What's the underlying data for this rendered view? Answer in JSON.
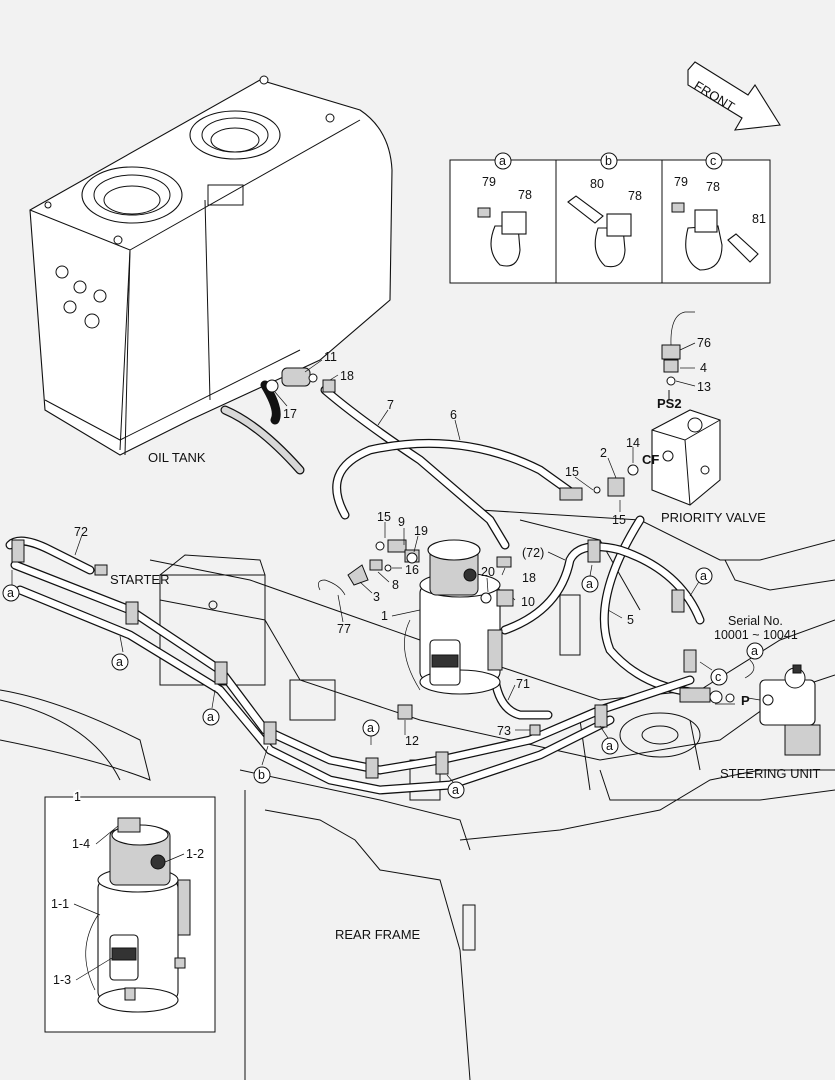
{
  "labels": {
    "direction": "FRONT",
    "oil_tank": "OIL TANK",
    "starter": "STARTER",
    "priority_valve": "PRIORITY VALVE",
    "steering_unit": "STEERING UNIT",
    "rear_frame": "REAR FRAME",
    "serial_title": "Serial No.",
    "serial_range": "10001 ~ 10041",
    "port_ps2": "PS2",
    "port_cf": "CF",
    "port_p": "P"
  },
  "detail_views": [
    {
      "key": "a",
      "parts": [
        "79",
        "78"
      ]
    },
    {
      "key": "b",
      "parts": [
        "80",
        "78"
      ]
    },
    {
      "key": "c",
      "parts": [
        "79",
        "78",
        "81"
      ]
    }
  ],
  "inset": {
    "title": "1",
    "parts": [
      "1-4",
      "1-2",
      "1-1",
      "1-3"
    ]
  },
  "callouts": {
    "n72": "72",
    "n72p": "(72)",
    "n11": "11",
    "n18a": "18",
    "n17": "17",
    "n7": "7",
    "n6": "6",
    "n76": "76",
    "n4": "4",
    "n13": "13",
    "n14": "14",
    "n2": "2",
    "n15a": "15",
    "n15b": "15",
    "n15c": "15",
    "n9": "9",
    "n19": "19",
    "n16": "16",
    "n8": "8",
    "n3": "3",
    "n77": "77",
    "n1": "1",
    "n20": "20",
    "n18b": "18",
    "n10": "10",
    "n5": "5",
    "n71": "71",
    "n73": "73",
    "n12": "12"
  },
  "markers": {
    "a": "a",
    "b": "b",
    "c": "c"
  }
}
